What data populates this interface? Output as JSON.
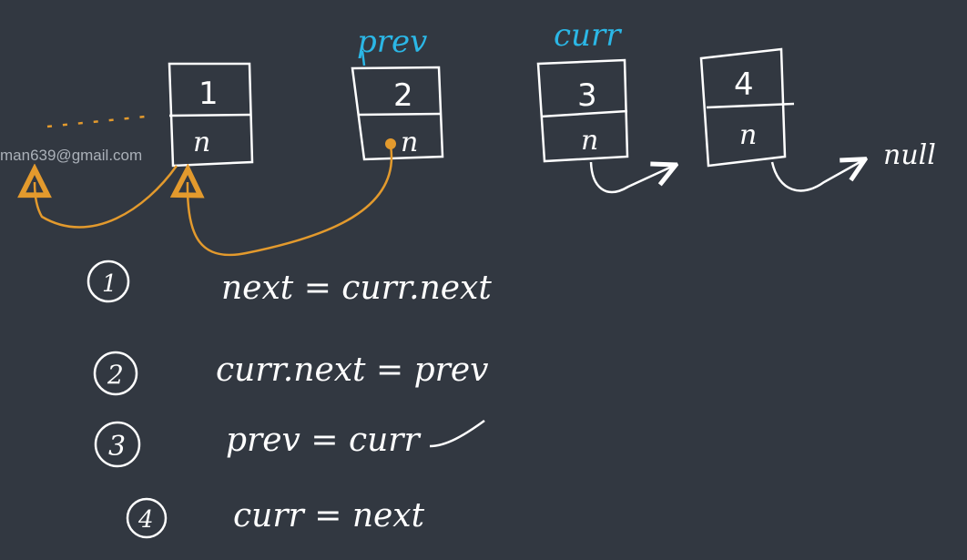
{
  "watermark": "man639@gmail.com",
  "nodes": [
    {
      "value": "1",
      "pointer": "n"
    },
    {
      "value": "2",
      "pointer": "n"
    },
    {
      "value": "3",
      "pointer": "n"
    },
    {
      "value": "4",
      "pointer": "n"
    }
  ],
  "labels": {
    "prev": "prev",
    "curr": "curr",
    "null": "null"
  },
  "steps": [
    {
      "number": "1",
      "code": "next = curr.next"
    },
    {
      "number": "2",
      "code": "curr.next = prev"
    },
    {
      "number": "3",
      "code": "prev = curr"
    },
    {
      "number": "4",
      "code": "curr = next"
    }
  ],
  "colors": {
    "background": "#323841",
    "ink": "#ffffff",
    "highlight": "#e39a2d",
    "label": "#2bb7e6"
  }
}
